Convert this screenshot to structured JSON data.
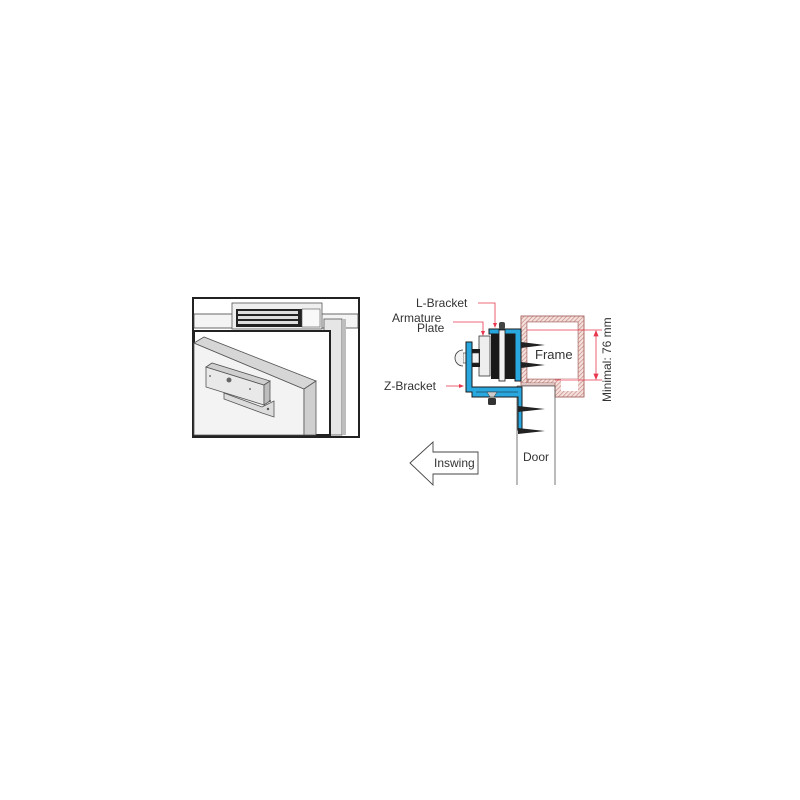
{
  "figure": {
    "photo": {
      "caption": "",
      "description": "Magnetic lock mounted on door frame with L-bracket and armature plate on door"
    },
    "diagram": {
      "labels": {
        "l_bracket": "L-Bracket",
        "armature_line1": "Armature",
        "armature_line2": "Plate",
        "z_bracket": "Z-Bracket",
        "frame": "Frame",
        "door": "Door",
        "inswing": "Inswing",
        "dimension": "Minimal: 76 mm"
      },
      "colors": {
        "bracket": "#29a8e0",
        "frame_hatch": "#c98a84",
        "leader_line": "#e8384f",
        "magnet_body": "#1a1a1a",
        "outline": "#333333"
      }
    }
  }
}
